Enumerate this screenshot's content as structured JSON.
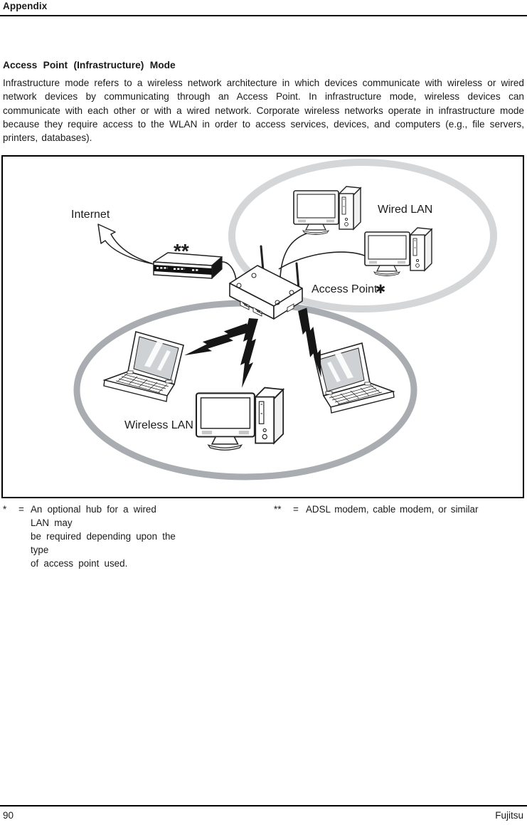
{
  "header": {
    "title": "Appendix"
  },
  "section": {
    "heading": "Access Point (Infrastructure) Mode",
    "body": "Infrastructure mode refers to a wireless network architecture in which devices communicate with wireless or wired network devices by communicating through an Access Point. In infrastructure mode, wireless devices can communicate with each other or with a wired network. Corporate wireless networks operate in infrastructure mode because they require access to the WLAN in order to access services, devices, and computers (e.g., file servers, printers, databases)."
  },
  "diagram": {
    "labels": {
      "internet": "Internet",
      "wired_lan": "Wired LAN",
      "access_point": "Access Point",
      "access_point_star": "✱",
      "modem_marker": "**",
      "wireless_lan": "Wireless LAN"
    }
  },
  "footnotes": {
    "left": {
      "marker": "*",
      "equals": "=",
      "lines": [
        "An optional hub for a wired LAN may",
        "be required depending upon the type",
        "of access point used."
      ]
    },
    "right": {
      "marker": "**",
      "equals": "=",
      "text": "ADSL modem, cable modem, or similar"
    }
  },
  "footer": {
    "page_number": "90",
    "brand": "Fujitsu"
  },
  "colors": {
    "wired_ring": "#d4d6d8",
    "wireless_ring": "#a9adb1",
    "ink": "#1c1c1c"
  }
}
